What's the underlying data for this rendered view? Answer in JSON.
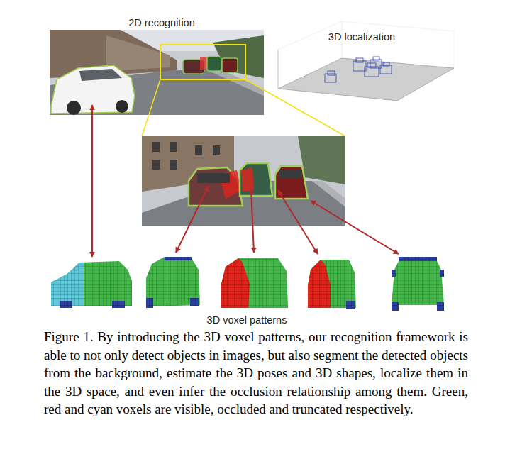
{
  "diagram": {
    "caption": "Figure 1. By introducing the 3D voxel patterns, our recognition framework is able to not only detect objects in images, but also segment the detected objects from the background, estimate the 3D poses and 3D shapes, localize them in the 3D space, and even infer the occlusion relationship among them. Green, red and cyan voxels are visible, occluded and truncated respectively.",
    "labels": [
      "2D recognition",
      "3D localization",
      "3D voxel patterns"
    ]
  }
}
